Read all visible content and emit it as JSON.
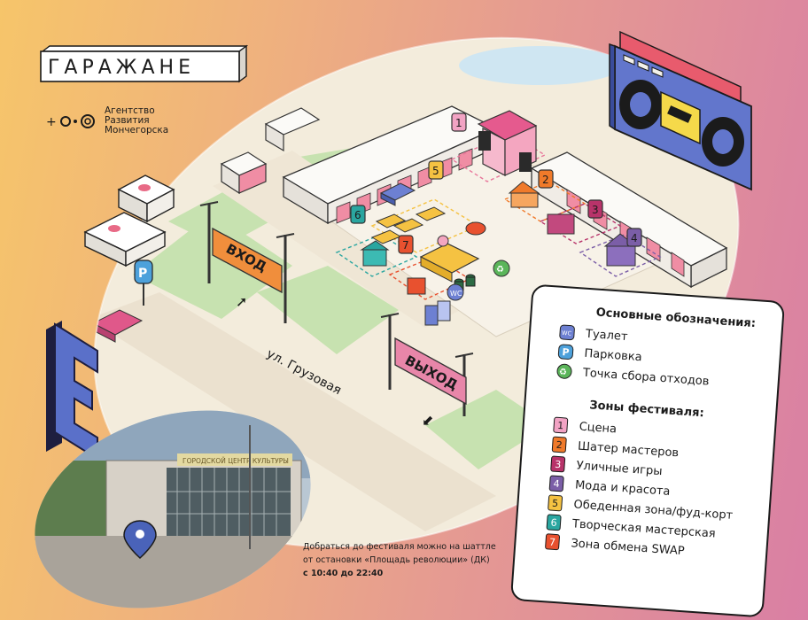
{
  "logo": {
    "text": "ГАРАЖАНЕ"
  },
  "agency": {
    "line1": "Агентство",
    "line2": "Развития",
    "line3": "Мончегорска"
  },
  "map": {
    "entrance_label": "ВХОД",
    "exit_label": "ВЫХОД",
    "street_label": "ул. Грузовая",
    "parking_letter": "P",
    "zone_numbers": [
      "1",
      "2",
      "3",
      "4",
      "5",
      "6",
      "7"
    ]
  },
  "legend": {
    "main_title": "Основные обозначения:",
    "main_items": [
      {
        "icon": "toilet-icon",
        "label": "Туалет"
      },
      {
        "icon": "parking-icon",
        "label": "Парковка"
      },
      {
        "icon": "recycle-icon",
        "label": "Точка сбора отходов"
      }
    ],
    "zones_title": "Зоны фестиваля:",
    "zones": [
      {
        "num": "1",
        "label": "Сцена",
        "color": "#f2a3c4"
      },
      {
        "num": "2",
        "label": "Шатер мастеров",
        "color": "#f07a2a"
      },
      {
        "num": "3",
        "label": "Уличные игры",
        "color": "#b8336a"
      },
      {
        "num": "4",
        "label": "Мода и красота",
        "color": "#7b5ea7"
      },
      {
        "num": "5",
        "label": "Обеденная зона/фуд-корт",
        "color": "#f5c242"
      },
      {
        "num": "6",
        "label": "Творческая мастерская",
        "color": "#2aa6a0"
      },
      {
        "num": "7",
        "label": "Зона обмена SWAP",
        "color": "#e8512f"
      }
    ]
  },
  "shuttle": {
    "line1": "Добраться до фестиваля можно на шаттле",
    "line2": "от остановки «Площадь революции» (ДК)",
    "time": "с 10:40 до 22:40"
  },
  "photo": {
    "facade_sign": "ГОРОДСКОЙ ЦЕНТР КУЛЬТУРЫ"
  },
  "colors": {
    "grass": "#c7e2b0",
    "road": "#f3ecdc",
    "sidewalk": "#e9e3d6",
    "building": "#f4f1ec",
    "accent_pink": "#e86a86",
    "accent_blue": "#5a70c9"
  }
}
